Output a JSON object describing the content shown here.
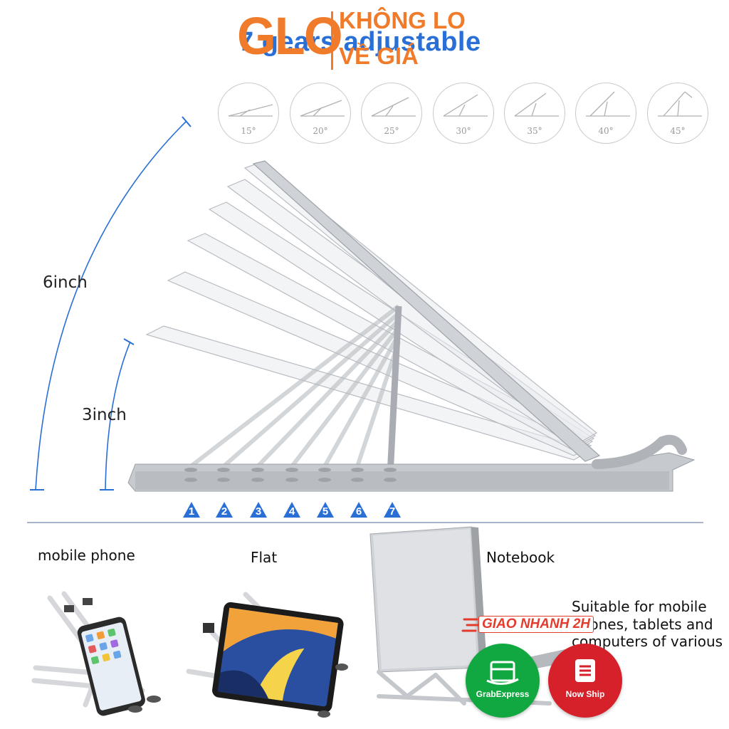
{
  "headline": "7 gears adjustable",
  "logo": {
    "glo": "GLO",
    "line1": "KHÔNG LO",
    "line2": "VỀ GIÁ"
  },
  "angles": [
    "15°",
    "20°",
    "25°",
    "30°",
    "35°",
    "40°",
    "45°"
  ],
  "heights": {
    "tall": "6inch",
    "short": "3inch"
  },
  "positions": [
    "1",
    "2",
    "3",
    "4",
    "5",
    "6",
    "7"
  ],
  "modes": {
    "phone": "mobile phone",
    "flat": "Flat",
    "notebook": "Notebook"
  },
  "suitable": {
    "line1": "Suitable for mobile",
    "line2": "phones, tablets and",
    "line3": "computers of various"
  },
  "shipping": {
    "banner": "GIAO NHANH 2H",
    "grab": "GrabExpress",
    "now": "Now Ship"
  },
  "colors": {
    "accent_blue": "#2a6fd6",
    "logo_orange": "#f07b2a",
    "grab_green": "#11a841",
    "now_red": "#d6202a"
  }
}
